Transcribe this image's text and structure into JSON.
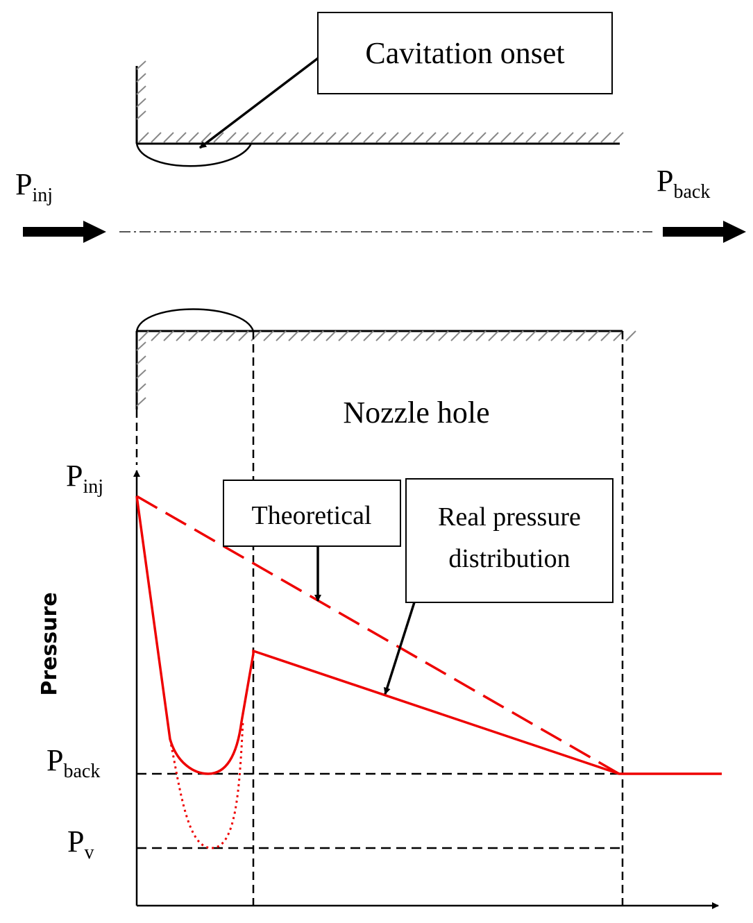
{
  "callouts": {
    "cavitation_onset": "Cavitation onset",
    "theoretical": "Theoretical",
    "real_line1": "Real pressure",
    "real_line2": "distribution"
  },
  "region_label": "Nozzle hole",
  "flow": {
    "inlet": {
      "base": "P",
      "sub": "inj"
    },
    "outlet": {
      "base": "P",
      "sub": "back"
    }
  },
  "axis": {
    "ylabel": "Pressure",
    "levels": [
      {
        "id": "pinj",
        "base": "P",
        "sub": "inj"
      },
      {
        "id": "pback",
        "base": "P",
        "sub": "back"
      },
      {
        "id": "pv",
        "base": "P",
        "sub": "v"
      }
    ]
  },
  "colors": {
    "curve": "#ee0000",
    "ink": "#000000",
    "background": "#ffffff"
  }
}
